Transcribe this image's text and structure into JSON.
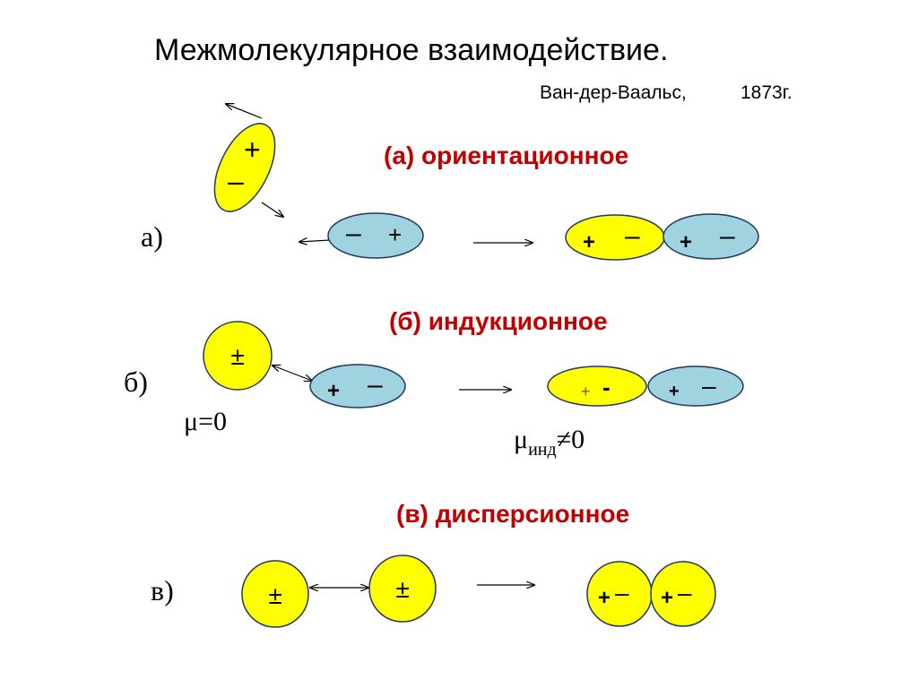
{
  "title": "Межмолекулярное взаимодействие.",
  "author": "Ван-дер-Ваальс,",
  "year": "1873г.",
  "colors": {
    "yellow": "#ffff00",
    "blue": "#9fd3e0",
    "heading_red": "#c00000",
    "stroke": "#1f3864"
  },
  "sections": {
    "a": {
      "label": "а)",
      "heading": "(а) ориентационное",
      "tilted_plus": "+",
      "tilted_minus": "–",
      "dipole_minus": "–",
      "dipole_plus": "+",
      "result_1_plus": "+",
      "result_1_minus": "–",
      "result_2_plus": "+",
      "result_2_minus": "–"
    },
    "b": {
      "label": "б)",
      "heading": "(б) индукционное",
      "neutral_sign": "±",
      "mu_zero": "μ=0",
      "dipole_plus": "+",
      "dipole_minus": "–",
      "induced_plus": "+",
      "induced_minus": "-",
      "result_plus": "+",
      "result_minus": "–",
      "mu_symbol": "μ",
      "mu_subscript": "инд",
      "mu_value": "≠0"
    },
    "c": {
      "label": "в)",
      "heading": "(в) дисперсионное",
      "atom_1_sign": "±",
      "atom_2_sign": "±",
      "result_1_plus": "+",
      "result_1_minus": "–",
      "result_2_plus": "+",
      "result_2_minus": "–"
    }
  }
}
